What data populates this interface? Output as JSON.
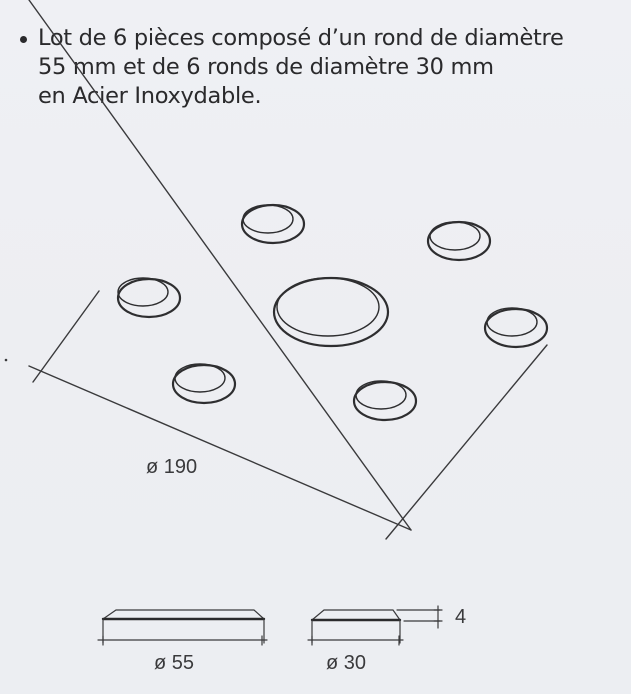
{
  "description": {
    "bullet": "•",
    "lines": [
      "Lot de 6 pièces composé d’un rond de diamètre",
      "55 mm et de 6 ronds de diamètre 30 mm",
      "en Acier Inoxydable."
    ]
  },
  "isometric_view": {
    "overall_dimension_label": "ø 190",
    "pieces": [
      {
        "name": "top-center-small-round",
        "size": "30"
      },
      {
        "name": "top-right-small-round",
        "size": "30"
      },
      {
        "name": "left-small-round",
        "size": "30"
      },
      {
        "name": "center-large-round",
        "size": "55"
      },
      {
        "name": "right-small-round",
        "size": "30"
      },
      {
        "name": "bottom-left-small-round",
        "size": "30"
      },
      {
        "name": "bottom-center-small-round",
        "size": "30"
      }
    ]
  },
  "profile_views": {
    "large": {
      "label": "ø 55"
    },
    "small": {
      "label": "ø 30"
    },
    "height_label": "4"
  },
  "colors": {
    "background": "#eeeff3",
    "ink": "#2a2a2c",
    "line": "#3a3a3c"
  }
}
